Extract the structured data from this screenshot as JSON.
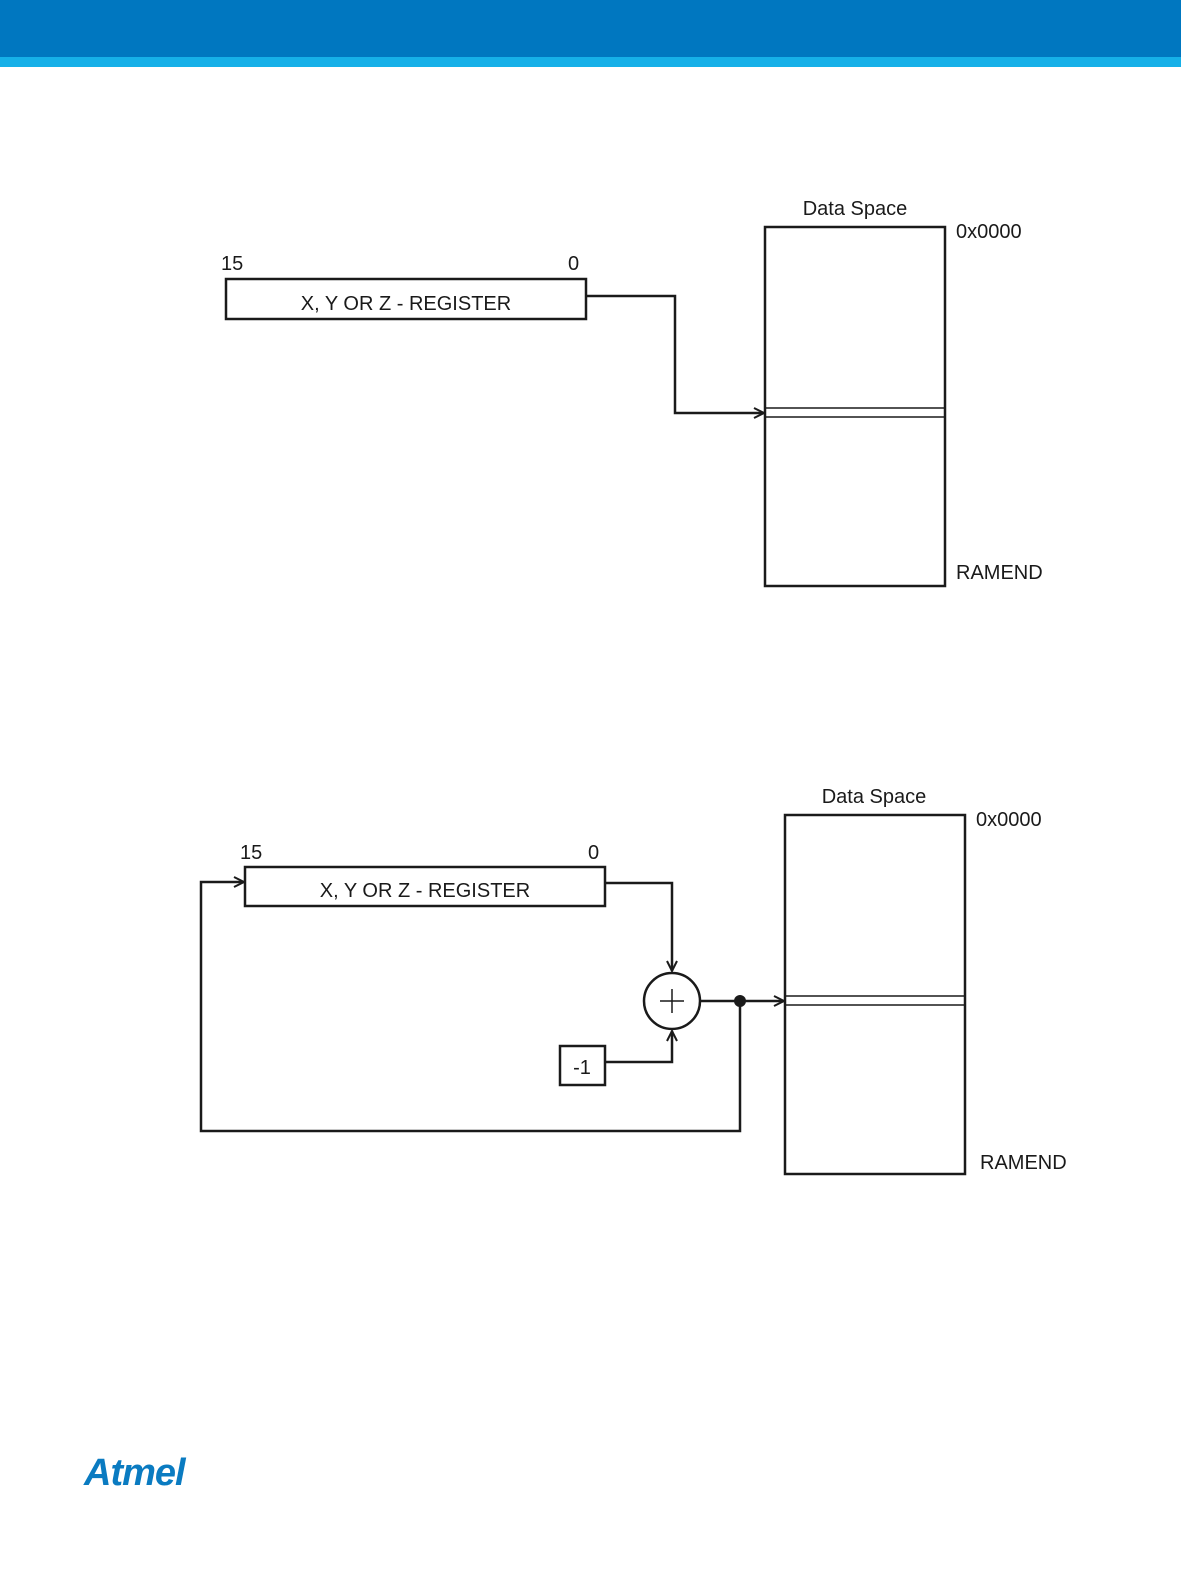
{
  "colors": {
    "header": "#0077c0",
    "header_stripe": "#16b0e8",
    "logo": "#0a7bc1",
    "line": "#1a1a1a"
  },
  "diagram1": {
    "data_space_label": "Data Space",
    "start_address": "0x0000",
    "end_address": "RAMEND",
    "register_label": "X, Y OR Z - REGISTER",
    "bit_high": "15",
    "bit_low": "0"
  },
  "diagram2": {
    "data_space_label": "Data Space",
    "start_address": "0x0000",
    "end_address": "RAMEND",
    "register_label": "X, Y OR Z - REGISTER",
    "bit_high": "15",
    "bit_low": "0",
    "decrement_label": "-1",
    "adder_symbol": "+"
  },
  "footer": {
    "logo_text": "Atmel"
  }
}
